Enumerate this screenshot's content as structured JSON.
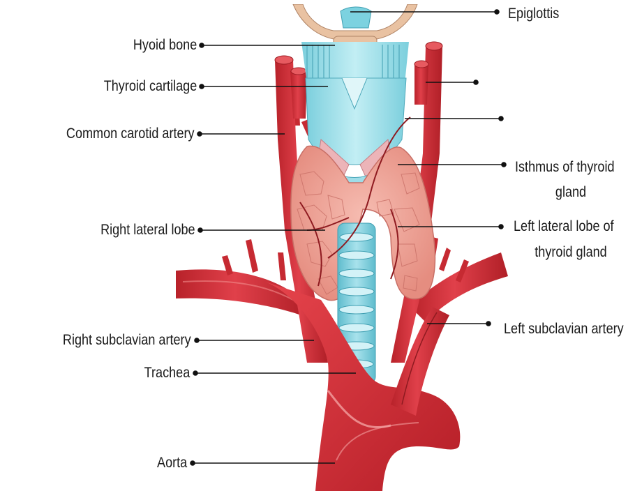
{
  "labels": {
    "epiglottis": "Epiglottis",
    "hyoid_bone": "Hyoid bone",
    "thyroid_cartilage": "Thyroid cartilage",
    "common_carotid_artery": "Common carotid artery",
    "isthmus_line1": "Isthmus of thyroid",
    "isthmus_line2": "gland",
    "right_lateral_lobe": "Right lateral lobe",
    "left_lobe_line1": "Left lateral lobe of",
    "left_lobe_line2": "thyroid gland",
    "left_subclavian_artery": "Left subclavian artery",
    "right_subclavian_artery": "Right subclavian artery",
    "trachea": "Trachea",
    "aorta": "Aorta"
  },
  "colors": {
    "artery": "#d8323a",
    "artery_dark": "#a81f26",
    "artery_highlight": "#f27a7a",
    "trachea": "#7fd0de",
    "trachea_ring": "#bfe9f0",
    "cartilage": "#9fdde8",
    "thyroid_gland": "#f0a79a",
    "thyroid_lines": "#c86f66",
    "hyoid": "#e8bfa0",
    "leader_line": "#111111"
  },
  "icons": [
    "leader-dot"
  ]
}
